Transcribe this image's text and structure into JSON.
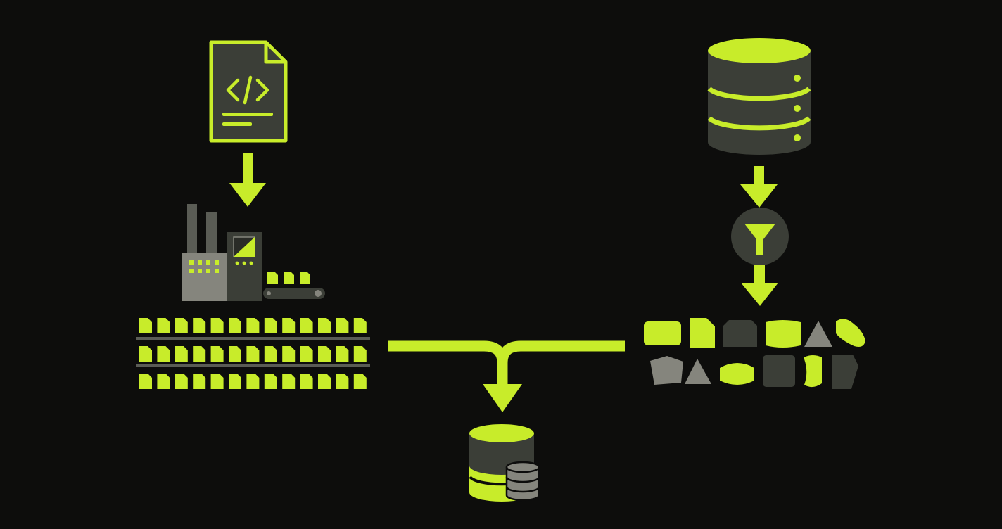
{
  "colors": {
    "background": "#0d0d0c",
    "accent": "#c8ec2a",
    "dark_gray": "#3b3e37",
    "mid_gray": "#5a5c55",
    "light_gray": "#85857d"
  },
  "nodes": [
    {
      "id": "source-code-file",
      "icon": "code-file-icon"
    },
    {
      "id": "factory",
      "icon": "factory-icon"
    },
    {
      "id": "uniform-records",
      "icon": "document-grid-icon"
    },
    {
      "id": "source-database",
      "icon": "database-icon"
    },
    {
      "id": "filter",
      "icon": "funnel-icon"
    },
    {
      "id": "mixed-records",
      "icon": "mixed-shapes-icon"
    },
    {
      "id": "combined-database",
      "icon": "stacked-databases-icon"
    }
  ],
  "edges": [
    {
      "from": "source-code-file",
      "to": "factory"
    },
    {
      "from": "source-database",
      "to": "filter"
    },
    {
      "from": "filter",
      "to": "mixed-records"
    },
    {
      "from": "uniform-records",
      "to": "combined-database"
    },
    {
      "from": "mixed-records",
      "to": "combined-database"
    }
  ],
  "uniform_records": {
    "rows": 3,
    "columns": 13
  },
  "mixed_records": [
    {
      "shape": "rounded-rect",
      "tone": "accent"
    },
    {
      "shape": "document",
      "tone": "accent"
    },
    {
      "shape": "chamfer-rect",
      "tone": "dark"
    },
    {
      "shape": "wavy-rect",
      "tone": "accent"
    },
    {
      "shape": "triangle",
      "tone": "light"
    },
    {
      "shape": "wavy-rect",
      "tone": "accent"
    },
    {
      "shape": "pentagon",
      "tone": "light"
    },
    {
      "shape": "triangle",
      "tone": "light"
    },
    {
      "shape": "wave",
      "tone": "accent"
    },
    {
      "shape": "rounded-square",
      "tone": "dark"
    },
    {
      "shape": "wavy-blob",
      "tone": "accent"
    },
    {
      "shape": "chamfer-square",
      "tone": "dark"
    }
  ]
}
